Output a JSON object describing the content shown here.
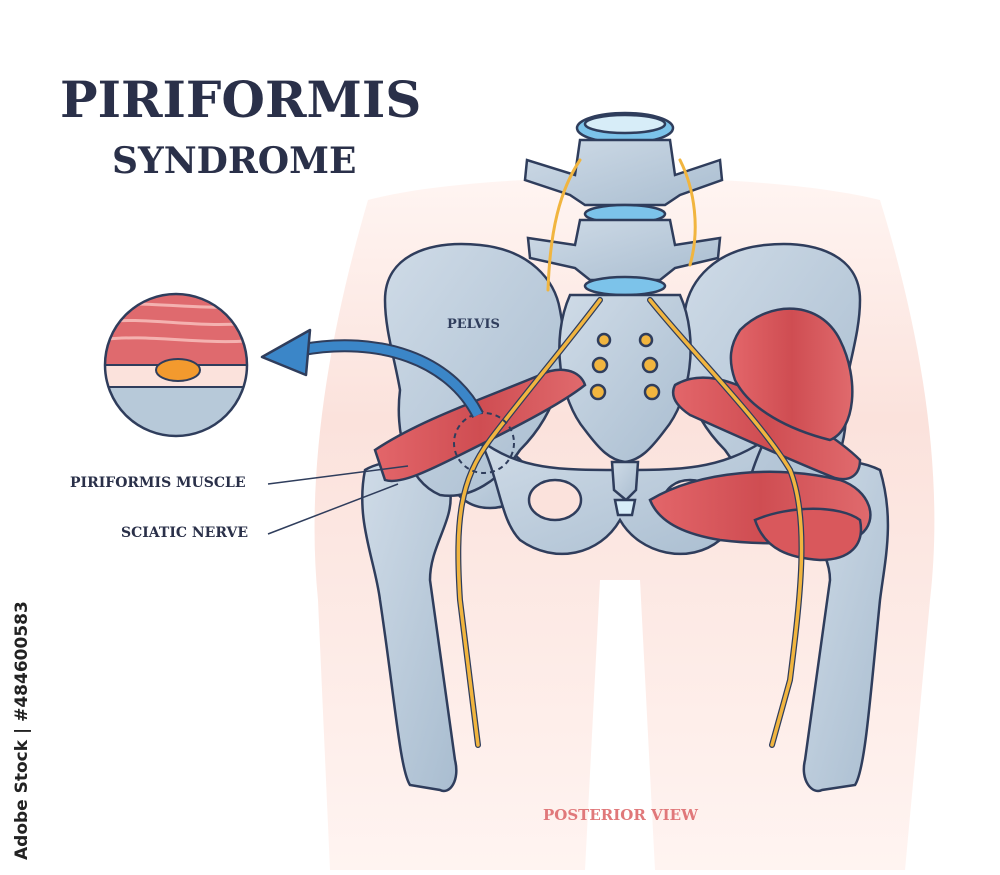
{
  "title": {
    "line1": "PIRIFORMIS",
    "line2": "SYNDROME"
  },
  "labels": {
    "piriformis_muscle": "PIRIFORMIS MUSCLE",
    "sciatic_nerve": "SCIATIC NERVE",
    "pelvis": "PELVIS",
    "view": "POSTERIOR VIEW"
  },
  "stock_id": "Adobe Stock | #484600583",
  "colors": {
    "title": "#2a3049",
    "bone": "#b7c9d9",
    "bone_outline": "#2f3d5c",
    "muscle": "#d9585c",
    "nerve": "#f1b53f",
    "skin": "#fbe3de",
    "arrow": "#3b86c8",
    "view_label": "#e0787a"
  }
}
